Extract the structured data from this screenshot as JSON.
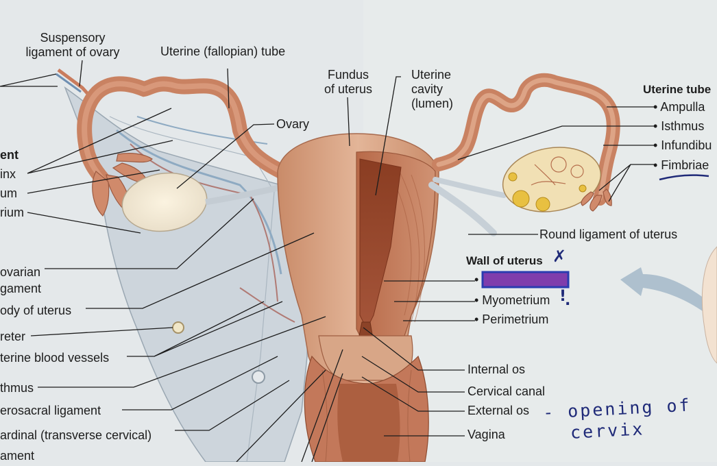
{
  "colors": {
    "paper": "#e4e8ea",
    "ink": "#1c1c1c",
    "pen": "#1f2a78",
    "highlight_fill": "#7f3dac",
    "highlight_border": "#2a3cb0",
    "uterus": "#d59e7e",
    "muscle": "#b96d4b",
    "ligament": "#cfd6dc",
    "arrow": "#8fa7ba"
  },
  "left_labels": {
    "suspensory_ligament": [
      "Suspensory",
      "ligament of ovary"
    ],
    "uterine_tube": "Uterine (fallopian) tube",
    "ovary": "Ovary",
    "fundus": [
      "Fundus",
      "of uterus"
    ],
    "uterine_cavity": [
      "Uterine",
      "cavity",
      "(lumen)"
    ],
    "partial_ent": "ent",
    "partial_inx": "inx",
    "partial_um": "um",
    "partial_rium": "rium",
    "partial_ovarian": [
      "ovarian",
      "gament"
    ],
    "body_of_uterus": "ody of uterus",
    "ureter": "reter",
    "uterine_blood_vessels": "terine blood vessels",
    "isthmus": "thmus",
    "uterosacral_ligament": "erosacral ligament",
    "cardinal_ligament": [
      "ardinal (transverse cervical)",
      "ament"
    ]
  },
  "right_labels": {
    "uterine_tube_heading": "Uterine tube",
    "ampulla": "• Ampulla",
    "isthmus": "• Isthmus",
    "infundibulum": "• Infundibu",
    "fimbriae": "• Fimbriae",
    "round_ligament": "Round ligament of uterus",
    "wall_heading": "Wall of uterus",
    "wall_hidden_bullet": "•",
    "myometrium": "• Myometrium",
    "perimetrium": "• Perimetrium",
    "internal_os": "Internal os",
    "cervical_canal": "Cervical canal",
    "external_os": "External os",
    "vagina": "Vagina"
  },
  "annotations": {
    "note_line1": "- opening of",
    "note_line2": "cervix",
    "star_mark": "✗",
    "exclaim_mark": "!",
    "tick_mark": "."
  }
}
